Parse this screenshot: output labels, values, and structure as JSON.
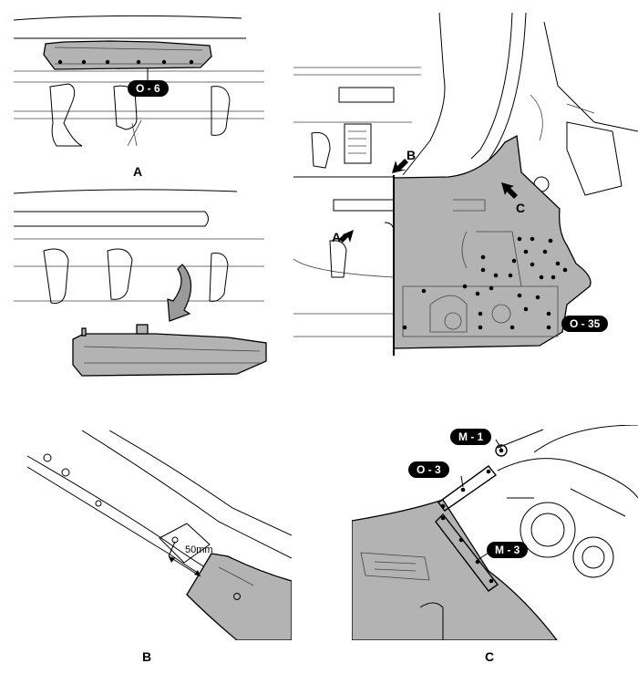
{
  "panel_top_left": {
    "view_label": "A",
    "spec_tag": "O - 6"
  },
  "panel_top_right": {
    "tag_main": "O - 35",
    "arrow_a": "A",
    "arrow_b": "B",
    "arrow_c": "C"
  },
  "panel_bottom_left": {
    "view_label": "B",
    "dimension": "50mm"
  },
  "panel_bottom_right": {
    "view_label": "C",
    "tag_m1": "M - 1",
    "tag_o3": "O - 3",
    "tag_m3": "M - 3"
  },
  "colors": {
    "part_fill": "#b3b3b3",
    "outline": "#000000",
    "tag_background": "#000000",
    "tag_text": "#ffffff"
  }
}
